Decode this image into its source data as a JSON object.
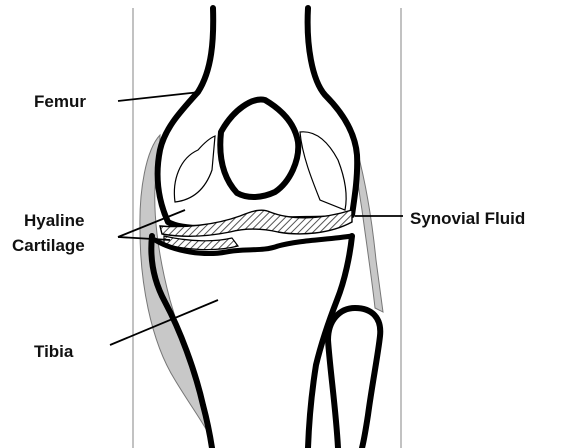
{
  "labels": {
    "femur": "Femur",
    "hyaline_line1": "Hyaline",
    "hyaline_line2": "Cartilage",
    "synovial": "Synovial Fluid",
    "tibia": "Tibia"
  },
  "colors": {
    "bone_outline": "#000000",
    "synovial_fill": "#c8c8c8",
    "cartilage_hatch": "#555555",
    "capsule_line": "#9a9a9a",
    "background": "#ffffff"
  }
}
